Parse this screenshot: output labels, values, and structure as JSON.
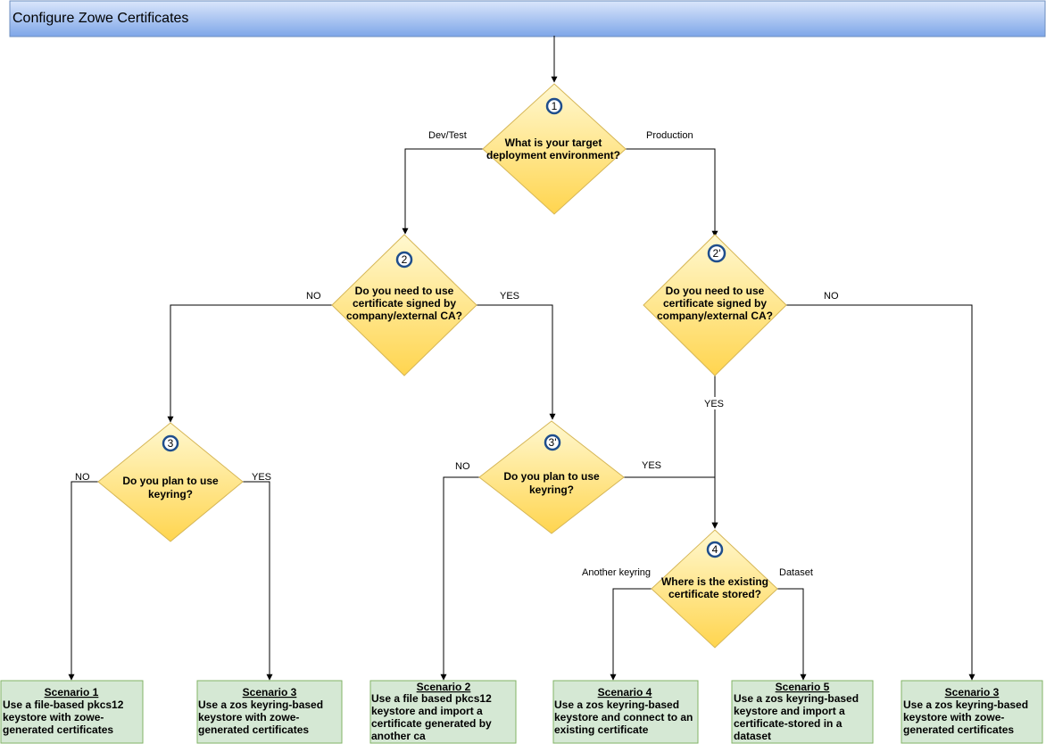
{
  "header": {
    "title": "Configure Zowe Certificates"
  },
  "questions": {
    "q1": {
      "badge": "1",
      "lines": [
        "What is your target",
        "deployment environment?"
      ]
    },
    "q2": {
      "badge": "2",
      "lines": [
        "Do you need to use",
        "certificate signed by",
        "company/external CA?"
      ]
    },
    "q2p": {
      "badge": "2'",
      "lines": [
        "Do you need to use",
        "certificate signed by",
        "company/external CA?"
      ]
    },
    "q3": {
      "badge": "3",
      "lines": [
        "Do you plan to use",
        "keyring?"
      ]
    },
    "q3p": {
      "badge": "3'",
      "lines": [
        "Do you plan to use",
        "keyring?"
      ]
    },
    "q4": {
      "badge": "4",
      "lines": [
        "Where is the existing",
        "certificate stored?"
      ]
    }
  },
  "edges": {
    "devtest": "Dev/Test",
    "production": "Production",
    "q2_no": "NO",
    "q2_yes": "YES",
    "q2p_no": "NO",
    "q2p_yes": "YES",
    "q3_no": "NO",
    "q3_yes": "YES",
    "q3p_no": "NO",
    "q3p_yes": "YES",
    "another_keyring": "Another keyring",
    "dataset": "Dataset"
  },
  "scenarios": [
    {
      "title": "Scenario 1",
      "lines": [
        "Use a file-based pkcs12",
        "keystore with zowe-",
        "generated certificates"
      ]
    },
    {
      "title": "Scenario 3",
      "lines": [
        "Use a zos keyring-based",
        "keystore with zowe-",
        "generated certificates"
      ]
    },
    {
      "title": "Scenario 2",
      "lines": [
        "Use a file based pkcs12",
        "keystore and import a",
        "certificate generated by",
        "another ca"
      ]
    },
    {
      "title": "Scenario 4",
      "lines": [
        "Use a zos keyring-based",
        "keystore and connect to an",
        "existing certificate"
      ]
    },
    {
      "title": "Scenario 5",
      "lines": [
        "Use a zos keyring-based",
        "keystore and import a",
        "certificate-stored in a",
        "dataset"
      ]
    },
    {
      "title": "Scenario 3",
      "lines": [
        "Use a zos keyring-based",
        "keystore with zowe-",
        "generated certificates"
      ]
    }
  ],
  "colors": {
    "header_top": "#c9d8f5",
    "header_bottom": "#7ea6e8",
    "header_border": "#6c8ebf",
    "diamond_top": "#fff6c7",
    "diamond_bottom": "#ffd54f",
    "diamond_border": "#d6b656",
    "scenario_fill": "#d5e8d4",
    "scenario_border": "#82b366",
    "badge_ring": "#1f4e8c"
  }
}
